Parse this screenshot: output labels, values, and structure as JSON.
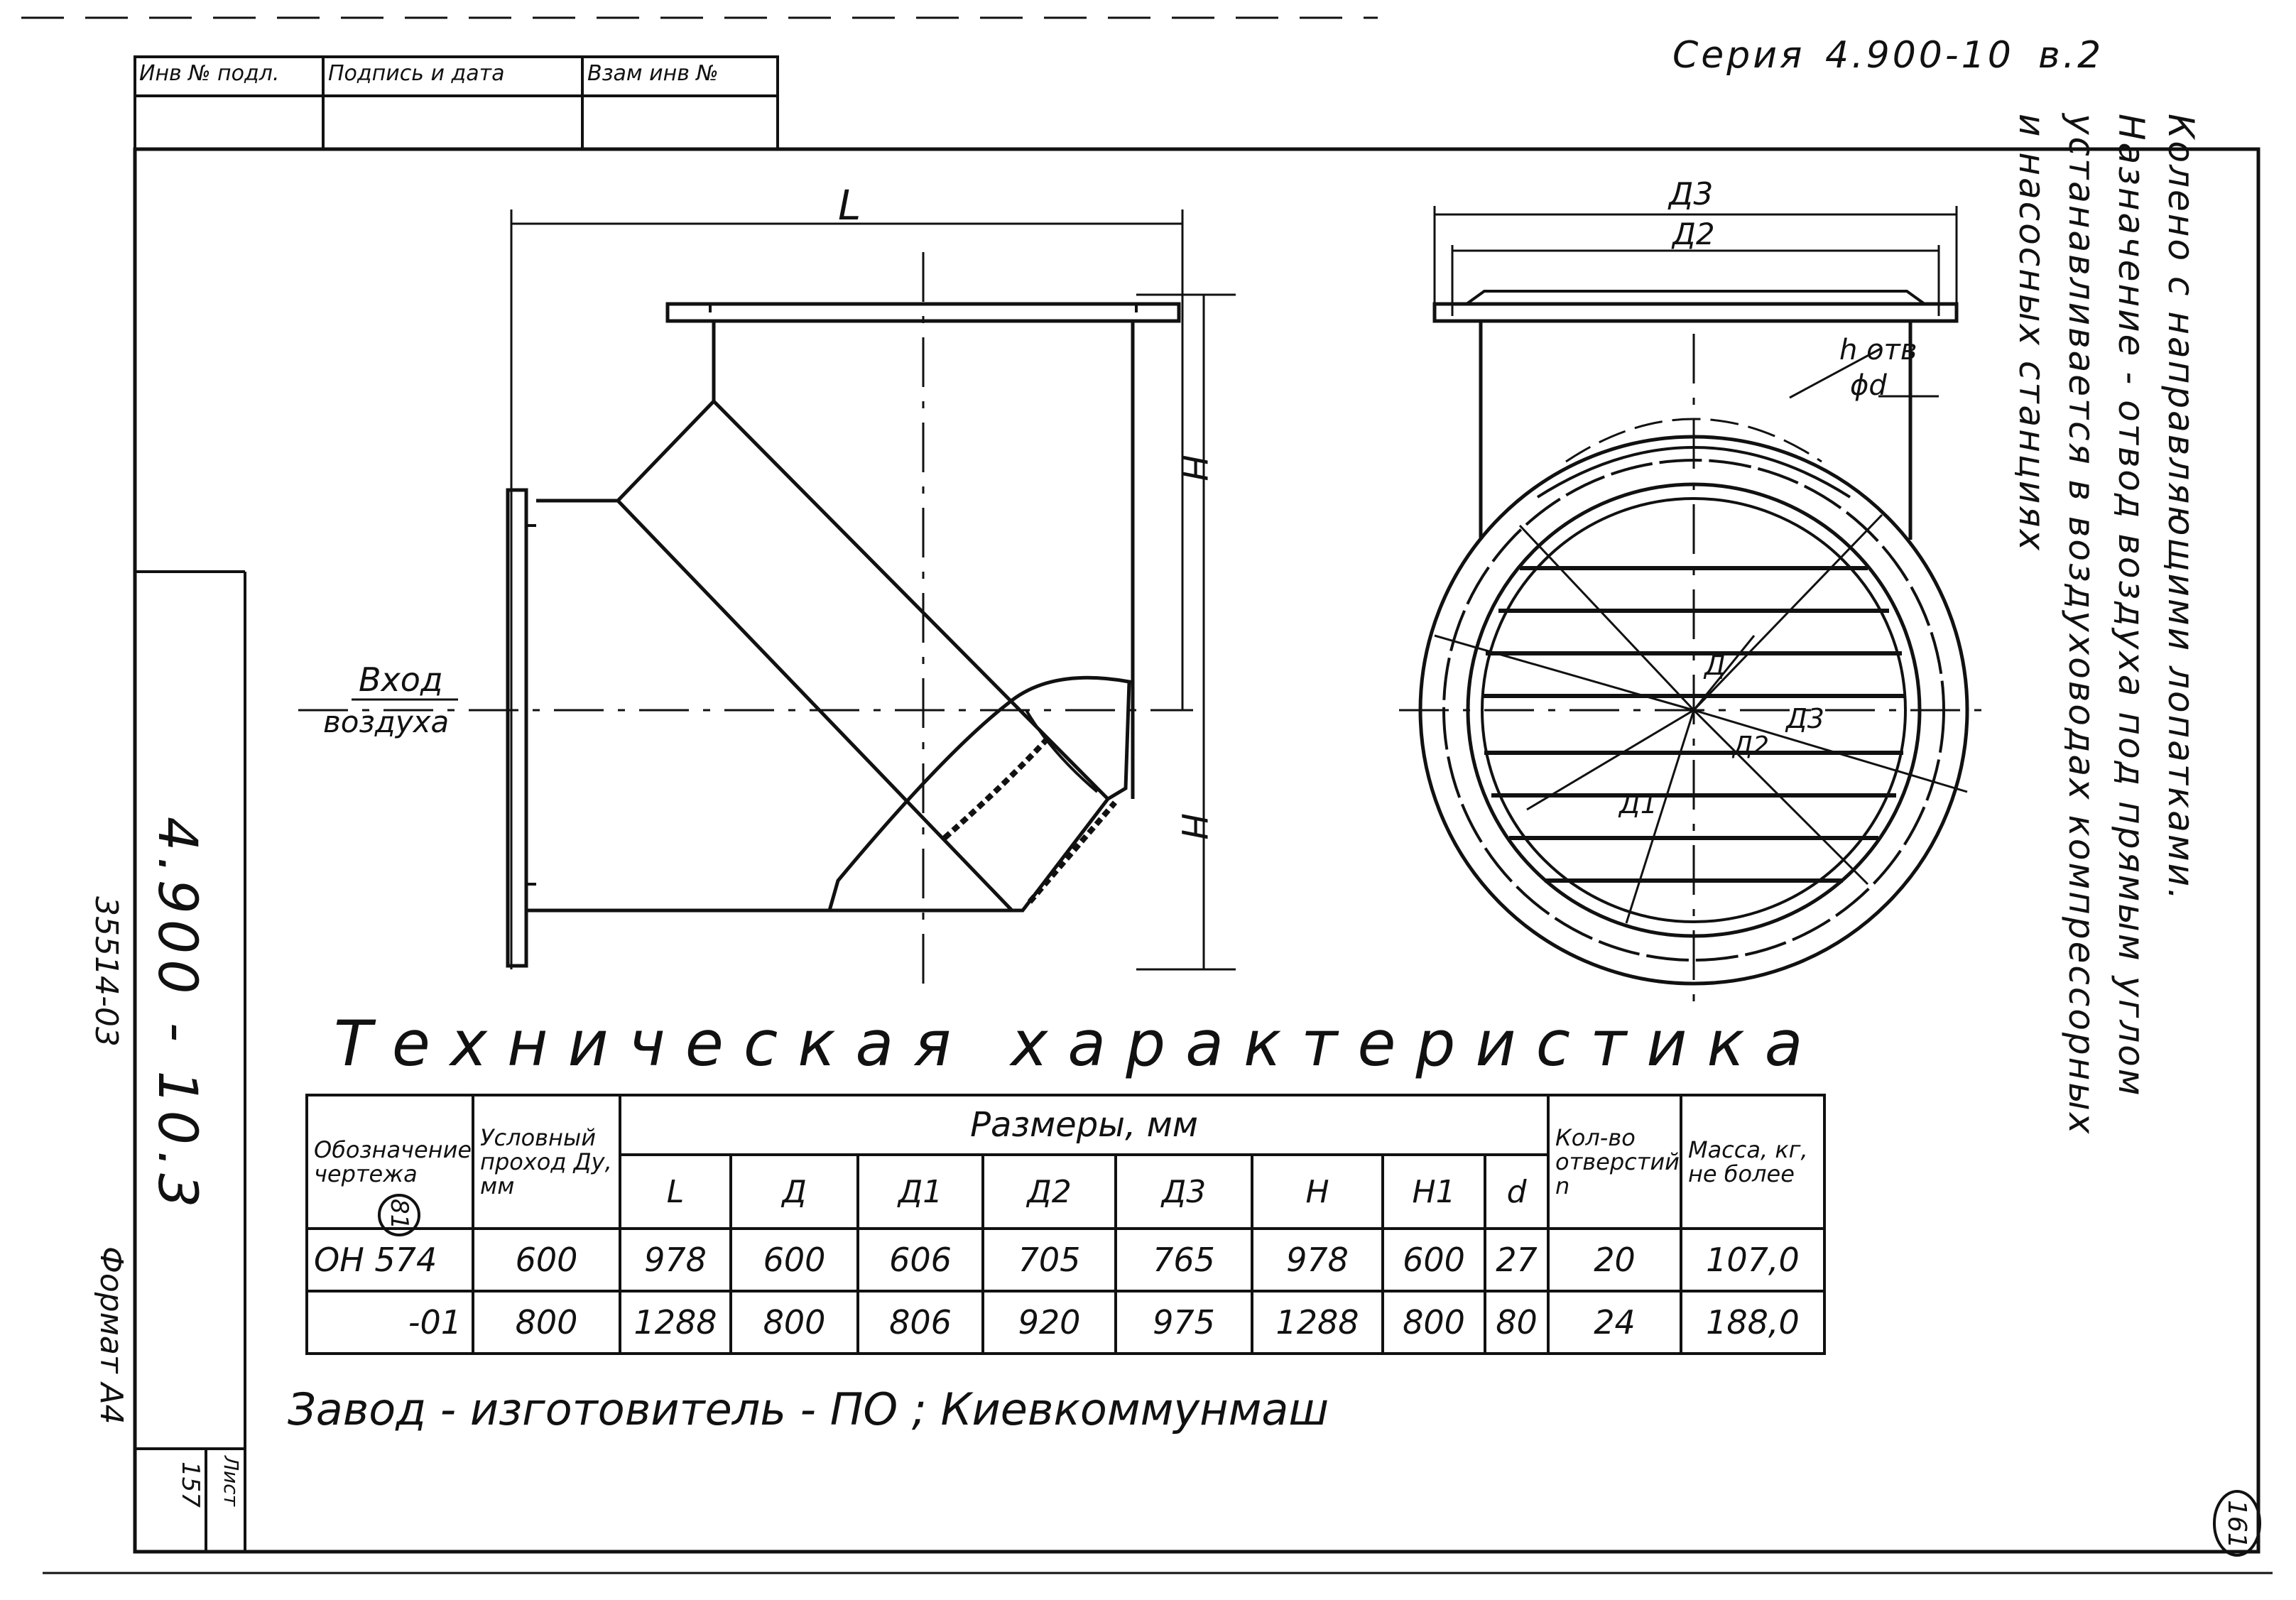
{
  "series": {
    "label": "Серия",
    "number": "4.900-10",
    "issue": "в.2"
  },
  "stamp": {
    "cells": [
      "Инв № подл.",
      "Подпись и дата",
      "Взам инв №"
    ]
  },
  "title": {
    "lines": [
      "Колено с направляющими лопатками.",
      "Назначение - отвод воздуха под прямым углом",
      "устанавливается в воздуховодах компрессорных",
      "и насосных станциях"
    ]
  },
  "drawing_labels": {
    "L": "L",
    "H": "H",
    "H1": "H",
    "inlet_top": "Вход",
    "inlet_bottom": "воздуха",
    "D3": "Д3",
    "D2": "Д2",
    "holes_top": "h отв",
    "holes_bottom": "ϕd",
    "D": "Д",
    "D1": "Д1",
    "D2b": "Д2",
    "D3b": "Д3"
  },
  "tech": {
    "title": "Техническая характеристика",
    "headers": {
      "designation": "Обозначение чертежа",
      "nominal": "Условный проход Ду, мм",
      "dimensions": "Размеры, мм",
      "holes": "Кол-во отверстий n",
      "mass": "Масса, кг, не более"
    },
    "dim_cols": [
      "L",
      "Д",
      "Д1",
      "Д2",
      "Д3",
      "H",
      "H1",
      "d"
    ],
    "rows": [
      [
        "ОН 574",
        "600",
        "978",
        "600",
        "606",
        "705",
        "765",
        "978",
        "600",
        "27",
        "20",
        "107,0"
      ],
      [
        "-01",
        "800",
        "1288",
        "800",
        "806",
        "920",
        "975",
        "1288",
        "800",
        "80",
        "24",
        "188,0"
      ]
    ]
  },
  "factory": "Завод - изготовитель - ПО ; Киевкоммунмаш",
  "margin": {
    "doc_code": "4.900 - 10.3",
    "archive": "35514-03",
    "circle_no": "81",
    "format": "Формат А4",
    "sheet_label": "Лист",
    "sheet_no": "157",
    "page_no": "161"
  }
}
